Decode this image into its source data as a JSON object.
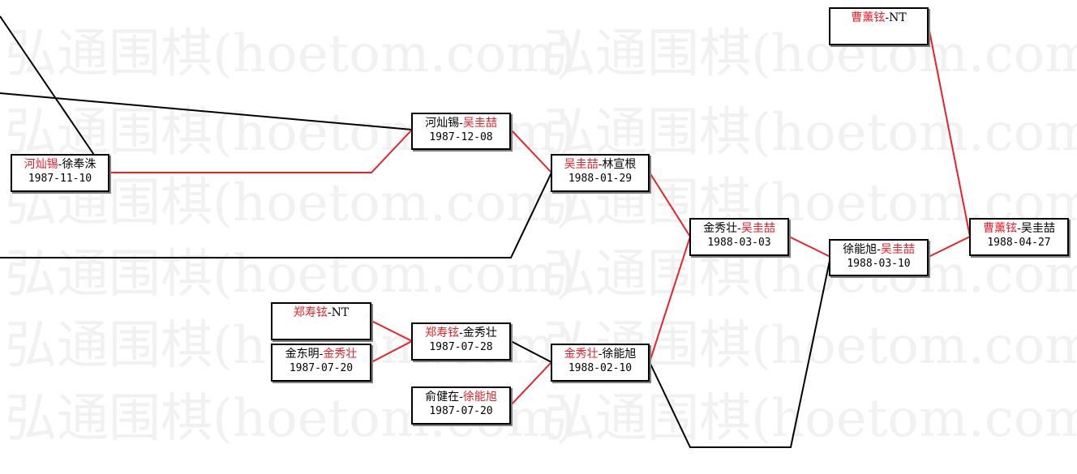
{
  "watermark": "弘通围棋(hoetom.com)",
  "colors": {
    "winner": "#e8202a",
    "loser": "#000000",
    "winner_line": "#e8202a",
    "loser_line": "#000000"
  },
  "matches": [
    {
      "id": "m1",
      "p1": "河灿锡",
      "p2": "徐奉洙",
      "winner": 1,
      "date": "1987-11-10"
    },
    {
      "id": "m2",
      "p1": "河灿锡",
      "p2": "吴圭喆",
      "winner": 2,
      "date": "1987-12-08"
    },
    {
      "id": "m3",
      "p1": "吴圭喆",
      "p2": "林宣根",
      "winner": 1,
      "date": "1988-01-29"
    },
    {
      "id": "m4",
      "p1": "郑寿铉",
      "p2": "NT",
      "winner": 1,
      "date": ""
    },
    {
      "id": "m5",
      "p1": "金东明",
      "p2": "金秀壮",
      "winner": 2,
      "date": "1987-07-20"
    },
    {
      "id": "m6",
      "p1": "郑寿铉",
      "p2": "金秀壮",
      "winner": 1,
      "date": "1987-07-28"
    },
    {
      "id": "m7",
      "p1": "俞健在",
      "p2": "徐能旭",
      "winner": 2,
      "date": "1987-07-20"
    },
    {
      "id": "m8",
      "p1": "金秀壮",
      "p2": "徐能旭",
      "winner": 1,
      "date": "1988-02-10"
    },
    {
      "id": "m9",
      "p1": "金秀壮",
      "p2": "吴圭喆",
      "winner": 2,
      "date": "1988-03-03"
    },
    {
      "id": "m10",
      "p1": "徐能旭",
      "p2": "吴圭喆",
      "winner": 2,
      "date": "1988-03-10"
    },
    {
      "id": "m11",
      "p1": "曹薰铉",
      "p2": "NT",
      "winner": 1,
      "date": ""
    },
    {
      "id": "m12",
      "p1": "曹薰铉",
      "p2": "吴圭喆",
      "winner": 1,
      "date": "1988-04-27"
    }
  ]
}
